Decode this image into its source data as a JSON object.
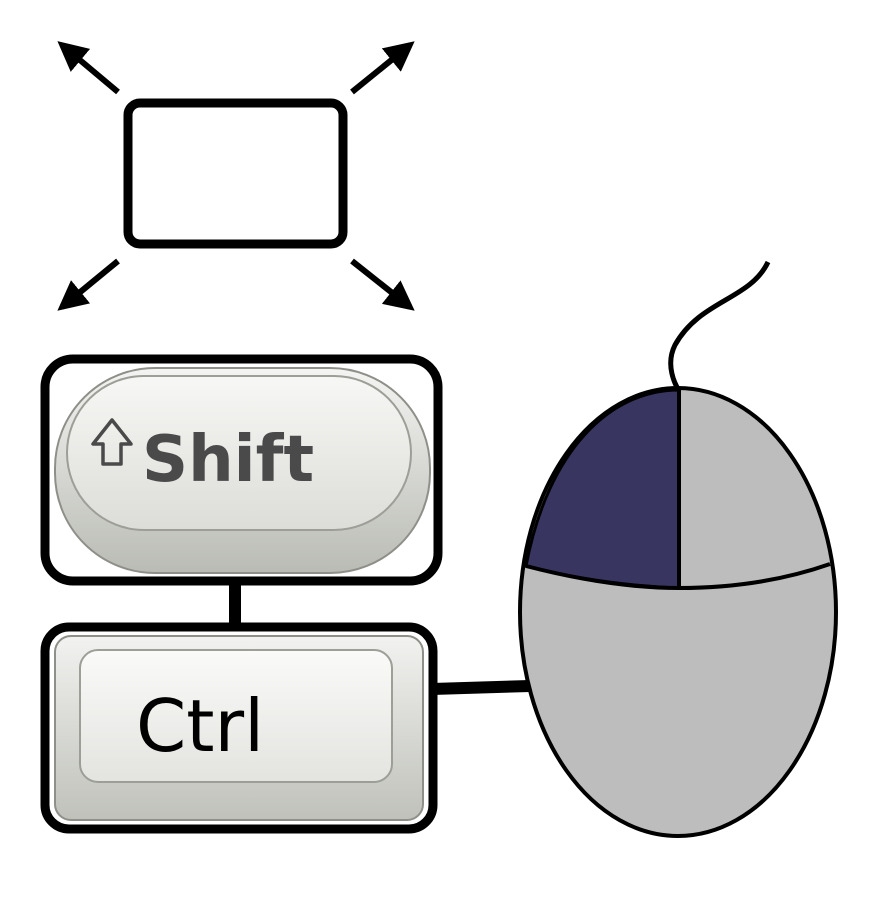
{
  "keys": {
    "shift": {
      "label": "Shift",
      "arrow_glyph": "⇧"
    },
    "ctrl": {
      "label": "Ctrl"
    }
  },
  "icons": {
    "resize": "resize-arrows-icon",
    "mouse": "mouse-icon",
    "left_button_highlight": "left-mouse-button-highlight"
  },
  "colors": {
    "outline": "#000000",
    "key_face": "#e6e6e2",
    "key_body": "#c9cbc4",
    "mouse_body": "#bdbdbd",
    "left_button": "#383660"
  }
}
